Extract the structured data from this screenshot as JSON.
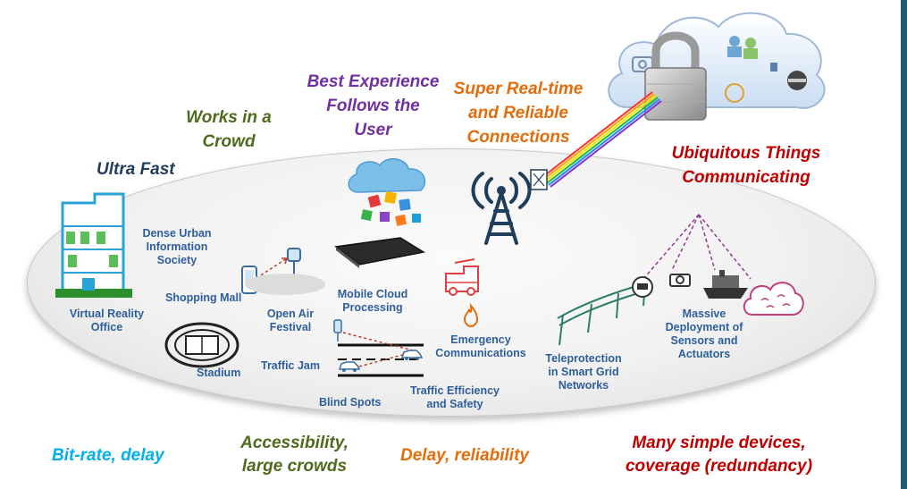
{
  "headings": {
    "ultra_fast": "Ultra Fast",
    "works_crowd_1": "Works in a",
    "works_crowd_2": "Crowd",
    "best_exp_1": "Best Experience",
    "best_exp_2": "Follows the",
    "best_exp_3": "User",
    "super_rt_1": "Super Real-time",
    "super_rt_2": "and Reliable",
    "super_rt_3": "Connections",
    "ubiq_1": "Ubiquitous Things",
    "ubiq_2": "Communicating"
  },
  "colors": {
    "ultra_fast": "#1f3e5c",
    "works_crowd": "#4e6a1c",
    "best_exp": "#7030a0",
    "super_rt": "#e46c0a",
    "ubiq": "#c00000",
    "bitrate": "#00b0f0",
    "label": "#2e5f9c"
  },
  "labels": {
    "dense_1": "Dense Urban",
    "dense_2": "Information",
    "dense_3": "Society",
    "shopping": "Shopping Mall",
    "vr_1": "Virtual Reality",
    "vr_2": "Office",
    "openair_1": "Open Air",
    "openair_2": "Festival",
    "stadium": "Stadium",
    "traffic_jam": "Traffic Jam",
    "mobile_cloud_1": "Mobile Cloud",
    "mobile_cloud_2": "Processing",
    "blind_spots": "Blind Spots",
    "emergency_1": "Emergency",
    "emergency_2": "Communications",
    "traffic_eff_1": "Traffic Efficiency",
    "traffic_eff_2": "and Safety",
    "telep_1": "Teleprotection",
    "telep_2": "in Smart Grid",
    "telep_3": "Networks",
    "massive_1": "Massive",
    "massive_2": "Deployment of",
    "massive_3": "Sensors and",
    "massive_4": "Actuators"
  },
  "footer": {
    "bitrate": "Bit-rate, delay",
    "access_1": "Accessibility,",
    "access_2": "large crowds",
    "delay": "Delay, reliability",
    "many_1": "Many simple devices,",
    "many_2": "coverage (redundancy)"
  },
  "icons": [
    "building-icon",
    "phone-icon",
    "sensor-pin-icon",
    "stadium-icon",
    "road-icon",
    "car-icon",
    "cloud-apps-icon",
    "smartphone-icon",
    "fire-truck-icon",
    "flame-icon",
    "antenna-tower-icon",
    "cloud-icon",
    "padlock-icon",
    "power-line-icon",
    "robot-icon",
    "camera-icon",
    "ship-icon",
    "cloud-wifi-icon"
  ]
}
